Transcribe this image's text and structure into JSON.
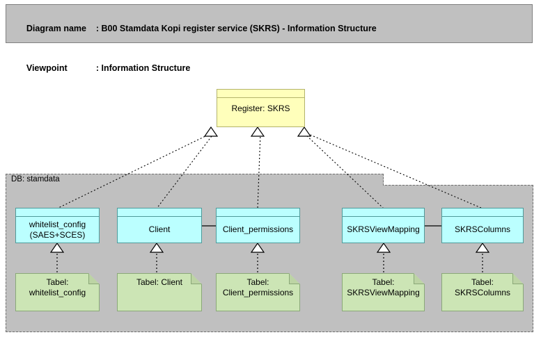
{
  "header": {
    "line1_key": "Diagram name",
    "line1_sep": ": ",
    "line1_value": "B00 Stamdata Kopi register service (SKRS) - Information Structure",
    "line2_key": "Viewpoint",
    "line2_sep": ": ",
    "line2_value": "Information Structure"
  },
  "colors": {
    "background": "#ffffff",
    "header_fill": "#c0c0c0",
    "header_border": "#808080",
    "container_fill": "#c0c0c0",
    "container_border": "#6e6e6e",
    "register_fill": "#ffffbb",
    "register_border": "#b3b36b",
    "table_fill": "#bbffff",
    "table_border": "#4f9a9a",
    "note_fill": "#cce5b5",
    "note_border": "#8aa878",
    "note_fold": "#bcd4a4",
    "line": "#000000"
  },
  "register": {
    "label": "Register: SKRS"
  },
  "container": {
    "label": "DB: stamdata"
  },
  "tables": [
    {
      "label": "whitelist_config\n(SAES+SCES)"
    },
    {
      "label": "Client"
    },
    {
      "label": "Client_permissions"
    },
    {
      "label": "SKRSViewMapping"
    },
    {
      "label": "SKRSColumns"
    }
  ],
  "notes": [
    {
      "label": "Tabel:\nwhitelist_config"
    },
    {
      "label": "Tabel: Client"
    },
    {
      "label": "Tabel:\nClient_permissions"
    },
    {
      "label": "Tabel:\nSKRSViewMapping"
    },
    {
      "label": "Tabel: SKRSColumns"
    }
  ]
}
